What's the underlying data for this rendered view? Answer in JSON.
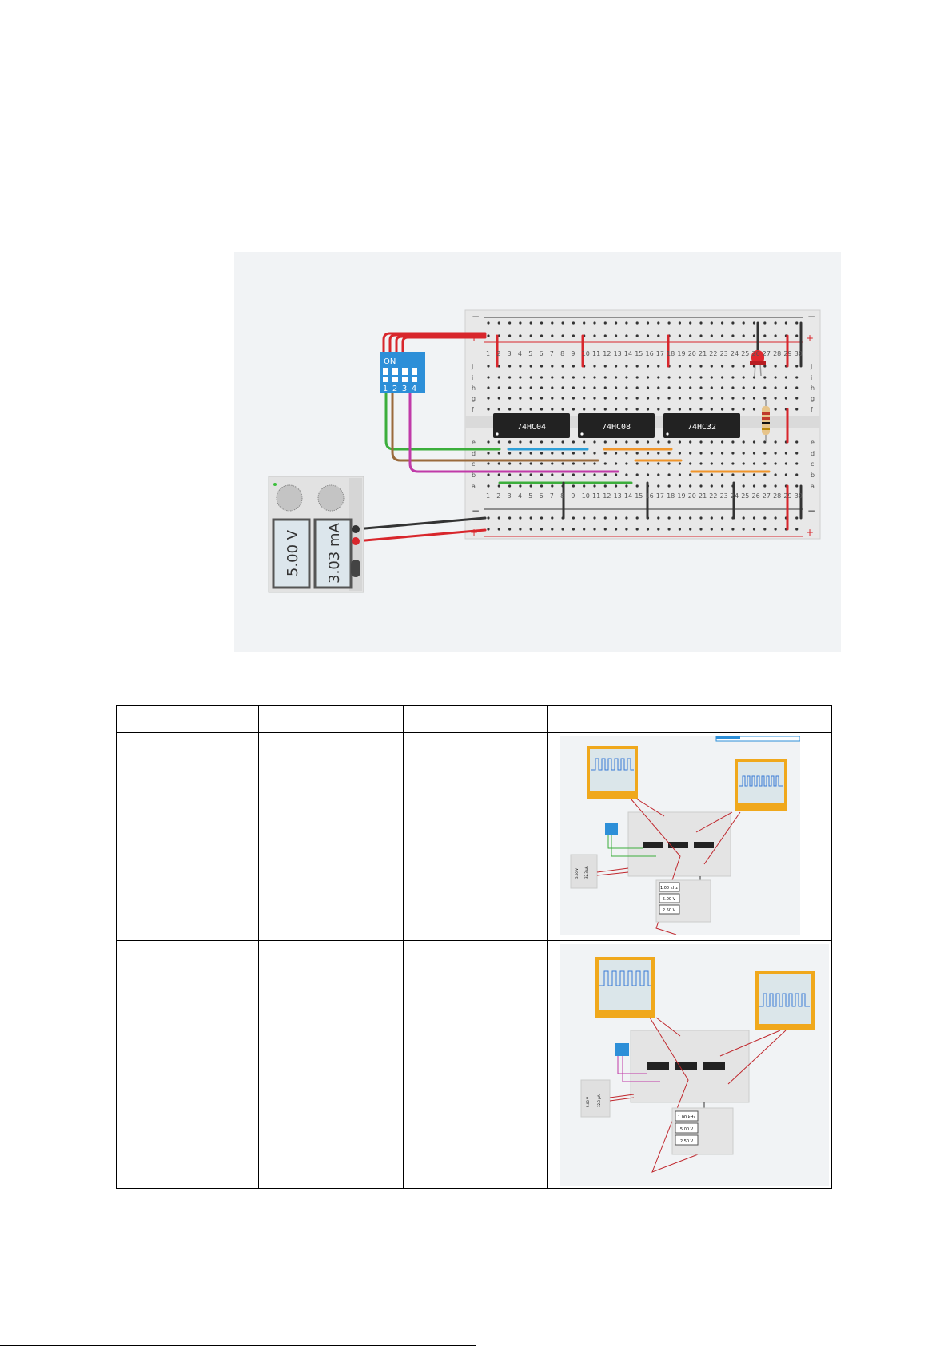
{
  "circuit": {
    "chips": [
      "74HC04",
      "74HC08",
      "74HC32"
    ],
    "dip_switch": {
      "on_label": "ON",
      "numbers": [
        "1",
        "2",
        "3",
        "4"
      ]
    },
    "power_supply": {
      "voltage": "5.00 V",
      "current": "3.03 mA"
    },
    "rail_labels": {
      "minus": "−",
      "plus": "+"
    },
    "row_letters_top": [
      "j",
      "i",
      "h",
      "g",
      "f"
    ],
    "row_letters_bottom": [
      "e",
      "d",
      "c",
      "b",
      "a"
    ],
    "columns": 30
  },
  "table": {
    "header": [
      "",
      "",
      "",
      ""
    ],
    "rows": [
      {
        "cells": [
          "",
          "",
          ""
        ],
        "screenshot": {
          "freq": "1.00 kHz",
          "amp": "5.00 V",
          "offset": "2.50 V",
          "supply_v": "5.00 V",
          "supply_i": "32.3 µA"
        }
      },
      {
        "cells": [
          "",
          "",
          ""
        ],
        "screenshot": {
          "freq": "1.00 kHz",
          "amp": "5.00 V",
          "offset": "2.50 V",
          "supply_v": "5.00 V",
          "supply_i": "32.3 µA"
        }
      }
    ]
  },
  "colors": {
    "wire_red": "#d8262c",
    "wire_black": "#333333",
    "wire_green": "#3cae3c",
    "wire_brown": "#9a6a3c",
    "wire_magenta": "#c03aa8",
    "wire_blue": "#2e9fd8",
    "wire_orange": "#f0952a",
    "dip_blue": "#2d8fd8",
    "scope_orange": "#f0a81c"
  }
}
